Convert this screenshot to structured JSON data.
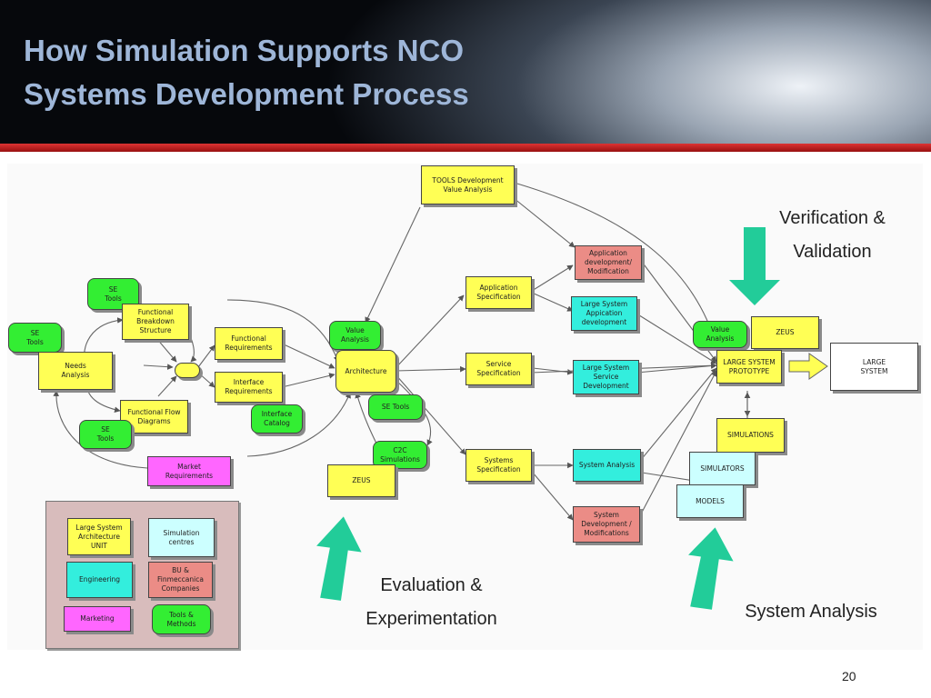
{
  "title": {
    "line1": "How Simulation Supports NCO",
    "line2": "Systems Development Process"
  },
  "nodes": {
    "tools_dev": "TOOLS Development\nValue Analysis",
    "se_tools_1": "SE\nTools",
    "se_tools_2": "SE\nTools",
    "se_tools_3": "SE\nTools",
    "functional_breakdown": "Functional\nBreakdown\nStructure",
    "needs_analysis": "Needs\nAnalysis",
    "functional_requirements": "Functional\nRequirements",
    "interface_requirements": "Interface\nRequirements",
    "interface_catalog": "Interface\nCatalog",
    "functional_flow": "Functional Flow\nDiagrams",
    "market_requirements": "Market\nRequirements",
    "value_analysis_1": "Value\nAnalysis",
    "architecture": "Architecture",
    "se_tools_4": "SE Tools",
    "c2c_simulations": "C2C\nSimulations",
    "zeus_1": "ZEUS",
    "application_specification": "Application\nSpecification",
    "service_specification": "Service\nSpecification",
    "systems_specification": "Systems\nSpecification",
    "app_dev_mod": "Application\ndevelopment/\nModification",
    "ls_app_dev": "Large System\nAppication\ndevelopment",
    "ls_service_dev": "Large System\nService\nDevelopment",
    "system_analysis": "System Analysis",
    "system_dev_mod": "System\nDevelopment /\nModifications",
    "value_analysis_2": "Value\nAnalysis",
    "zeus_2": "ZEUS",
    "large_system_prototype": "LARGE SYSTEM\nPROTOTYPE",
    "large_system": "LARGE\nSYSTEM",
    "simulations": "SIMULATIONS",
    "simulators": "SIMULATORS",
    "models": "MODELS"
  },
  "legend": {
    "large_system_unit": "Large System\nArchitecture\nUNIT",
    "simulation_centres": "Simulation\ncentres",
    "engineering": "Engineering",
    "bu_finmeccanica": "BU &\nFinmeccanica\nCompanies",
    "marketing": "Marketing",
    "tools_methods": "Tools &\nMethods"
  },
  "labels": {
    "verification_1": "Verification &",
    "verification_2": "Validation",
    "evaluation_1": "Evaluation &",
    "evaluation_2": "Experimentation",
    "system_analysis": "System Analysis"
  },
  "page_number": "20",
  "colors": {
    "title": "#9eb6d8",
    "yellow": "#ffff55",
    "green": "#33ee33",
    "salmon": "#eb8c86",
    "cyan": "#33eedd",
    "magenta": "#ff66ff",
    "light_cyan": "#ccffff",
    "arrow": "#22cc99"
  }
}
